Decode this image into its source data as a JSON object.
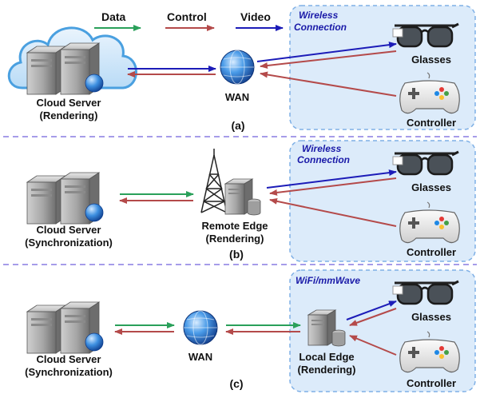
{
  "legend": {
    "data_label": "Data",
    "control_label": "Control",
    "video_label": "Video",
    "data_color": "#2aa05a",
    "control_color": "#b44a4a",
    "video_color": "#1c1cb8"
  },
  "panel_a": {
    "caption": "(a)",
    "cloud_server_line1": "Cloud Server",
    "cloud_server_line2": "(Rendering)",
    "wan_label": "WAN",
    "wireless_line1": "Wireless",
    "wireless_line2": "Connection",
    "glasses_label": "Glasses",
    "controller_label": "Controller"
  },
  "panel_b": {
    "caption": "(b)",
    "cloud_server_line1": "Cloud Server",
    "cloud_server_line2": "(Synchronization)",
    "edge_line1": "Remote Edge",
    "edge_line2": "(Rendering)",
    "wireless_line1": "Wireless",
    "wireless_line2": "Connection",
    "glasses_label": "Glasses",
    "controller_label": "Controller"
  },
  "panel_c": {
    "caption": "(c)",
    "cloud_server_line1": "Cloud Server",
    "cloud_server_line2": "(Synchronization)",
    "wan_label": "WAN",
    "wireless_label": "WiFi/mmWave",
    "edge_line1": "Local Edge",
    "edge_line2": "(Rendering)",
    "glasses_label": "Glasses",
    "controller_label": "Controller"
  },
  "icons": {
    "cloud": "cloud-icon",
    "server": "server-icon",
    "globe": "globe-icon",
    "tower": "antenna-tower-icon",
    "glasses": "smart-glasses-icon",
    "controller": "game-controller-icon"
  }
}
